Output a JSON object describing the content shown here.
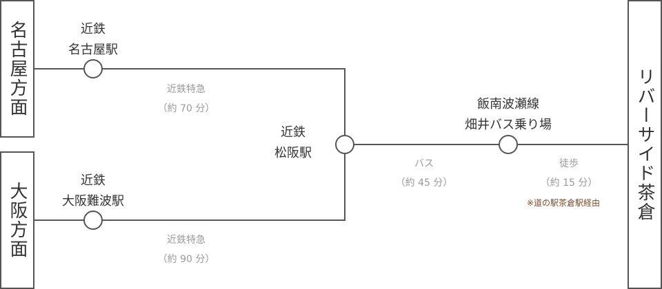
{
  "origins": {
    "nagoya": "名古屋方面",
    "osaka": "大阪方面"
  },
  "destination": "リバーサイド茶倉",
  "stations": {
    "nagoya": [
      "近鉄",
      "名古屋駅"
    ],
    "osaka": [
      "近鉄",
      "大阪難波駅"
    ],
    "matsusaka": [
      "近鉄",
      "松阪駅"
    ],
    "bus_stop": [
      "飯南波瀬線",
      "畑井バス乗り場"
    ]
  },
  "segments": {
    "nagoya_express": {
      "mode": "近鉄特急",
      "time": "（約 70 分）"
    },
    "osaka_express": {
      "mode": "近鉄特急",
      "time": "（約 90 分）"
    },
    "bus": {
      "mode": "バス",
      "time": "（約 45 分）"
    },
    "walk": {
      "mode": "徒歩",
      "time": "（約 15 分）"
    }
  },
  "note": "※道の駅茶倉駅経由"
}
